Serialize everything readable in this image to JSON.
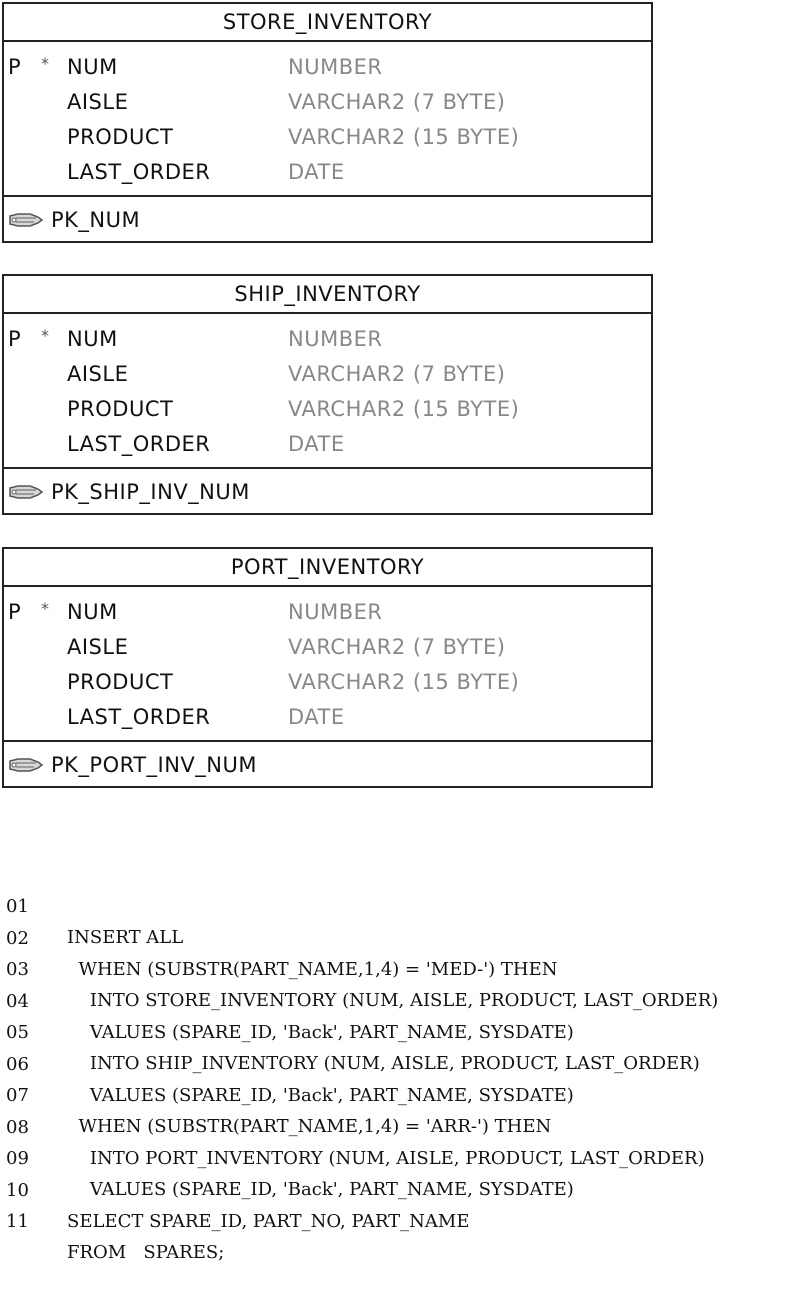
{
  "tables": [
    {
      "title": "STORE_INVENTORY",
      "columns": [
        {
          "flag": "P",
          "required": "*",
          "name": "NUM",
          "type": "NUMBER"
        },
        {
          "flag": "",
          "required": "",
          "name": "AISLE",
          "type": "VARCHAR2 (7 BYTE)"
        },
        {
          "flag": "",
          "required": "",
          "name": "PRODUCT",
          "type": "VARCHAR2 (15 BYTE)"
        },
        {
          "flag": "",
          "required": "",
          "name": "LAST_ORDER",
          "type": "DATE"
        }
      ],
      "key": "PK_NUM",
      "key_icon": "key-icon"
    },
    {
      "title": "SHIP_INVENTORY",
      "columns": [
        {
          "flag": "P",
          "required": "*",
          "name": "NUM",
          "type": "NUMBER"
        },
        {
          "flag": "",
          "required": "",
          "name": "AISLE",
          "type": "VARCHAR2 (7 BYTE)"
        },
        {
          "flag": "",
          "required": "",
          "name": "PRODUCT",
          "type": "VARCHAR2 (15 BYTE)"
        },
        {
          "flag": "",
          "required": "",
          "name": "LAST_ORDER",
          "type": "DATE"
        }
      ],
      "key": "PK_SHIP_INV_NUM",
      "key_icon": "key-icon"
    },
    {
      "title": "PORT_INVENTORY",
      "columns": [
        {
          "flag": "P",
          "required": "*",
          "name": "NUM",
          "type": "NUMBER"
        },
        {
          "flag": "",
          "required": "",
          "name": "AISLE",
          "type": "VARCHAR2 (7 BYTE)"
        },
        {
          "flag": "",
          "required": "",
          "name": "PRODUCT",
          "type": "VARCHAR2 (15 BYTE)"
        },
        {
          "flag": "",
          "required": "",
          "name": "LAST_ORDER",
          "type": "DATE"
        }
      ],
      "key": "PK_PORT_INV_NUM",
      "key_icon": "key-icon"
    }
  ],
  "code": [
    {
      "no": "01",
      "text": "INSERT ALL"
    },
    {
      "no": "02",
      "text": "  WHEN (SUBSTR(PART_NAME,1,4) = 'MED-') THEN"
    },
    {
      "no": "03",
      "text": "    INTO STORE_INVENTORY (NUM, AISLE, PRODUCT, LAST_ORDER)"
    },
    {
      "no": "04",
      "text": "    VALUES (SPARE_ID, 'Back', PART_NAME, SYSDATE)"
    },
    {
      "no": "05",
      "text": "    INTO SHIP_INVENTORY (NUM, AISLE, PRODUCT, LAST_ORDER)"
    },
    {
      "no": "06",
      "text": "    VALUES (SPARE_ID, 'Back', PART_NAME, SYSDATE)"
    },
    {
      "no": "07",
      "text": "  WHEN (SUBSTR(PART_NAME,1,4) = 'ARR-') THEN"
    },
    {
      "no": "08",
      "text": "    INTO PORT_INVENTORY (NUM, AISLE, PRODUCT, LAST_ORDER)"
    },
    {
      "no": "09",
      "text": "    VALUES (SPARE_ID, 'Back', PART_NAME, SYSDATE)"
    },
    {
      "no": "10",
      "text": "SELECT SPARE_ID, PART_NO, PART_NAME"
    },
    {
      "no": "11",
      "text": "FROM   SPARES;"
    }
  ]
}
